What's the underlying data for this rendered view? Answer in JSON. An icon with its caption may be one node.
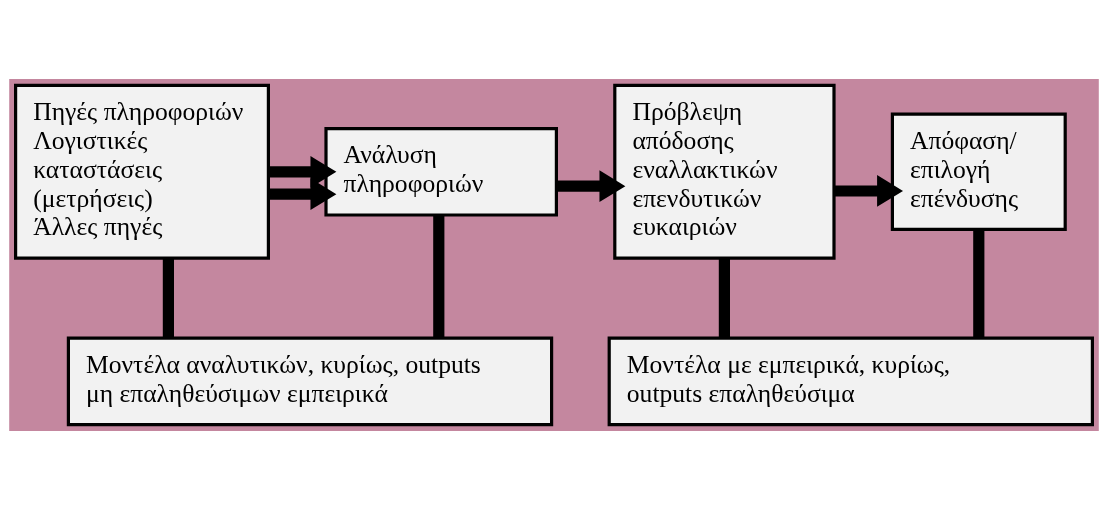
{
  "diagram": {
    "nodes": [
      {
        "text": [
          "Πηγές πληροφοριών",
          "Λογιστικές καταστάσεις (μετρήσεις)",
          "Άλλες πηγές"
        ]
      },
      {
        "text": [
          "Ανάλυση πληροφοριών"
        ]
      },
      {
        "text": [
          "Πρόβλεψη απόδοσης εναλλακτικών επενδυτικών ευκαιριών"
        ]
      },
      {
        "text": [
          "Απόφαση/ επιλογή επένδυσης"
        ]
      },
      {
        "text": [
          "Μοντέλα αναλυτικών, κυρίως, outputs μη επαληθεύσιμων εμπειρικά"
        ]
      },
      {
        "text": [
          "Μοντέλα με εμπειρικά, κυρίως, outputs επαληθεύσιμα"
        ]
      }
    ],
    "edges": [
      {
        "from": 0,
        "to": 1,
        "arrow": "to"
      },
      {
        "from": 0,
        "to": 1,
        "arrow": "to"
      },
      {
        "from": 1,
        "to": 2,
        "arrow": "to"
      },
      {
        "from": 2,
        "to": 3,
        "arrow": "to"
      },
      {
        "from": 0,
        "to": 4,
        "arrow": "none"
      },
      {
        "from": 1,
        "to": 4,
        "arrow": "none"
      },
      {
        "from": 2,
        "to": 5,
        "arrow": "none"
      },
      {
        "from": 3,
        "to": 5,
        "arrow": "none"
      }
    ]
  }
}
